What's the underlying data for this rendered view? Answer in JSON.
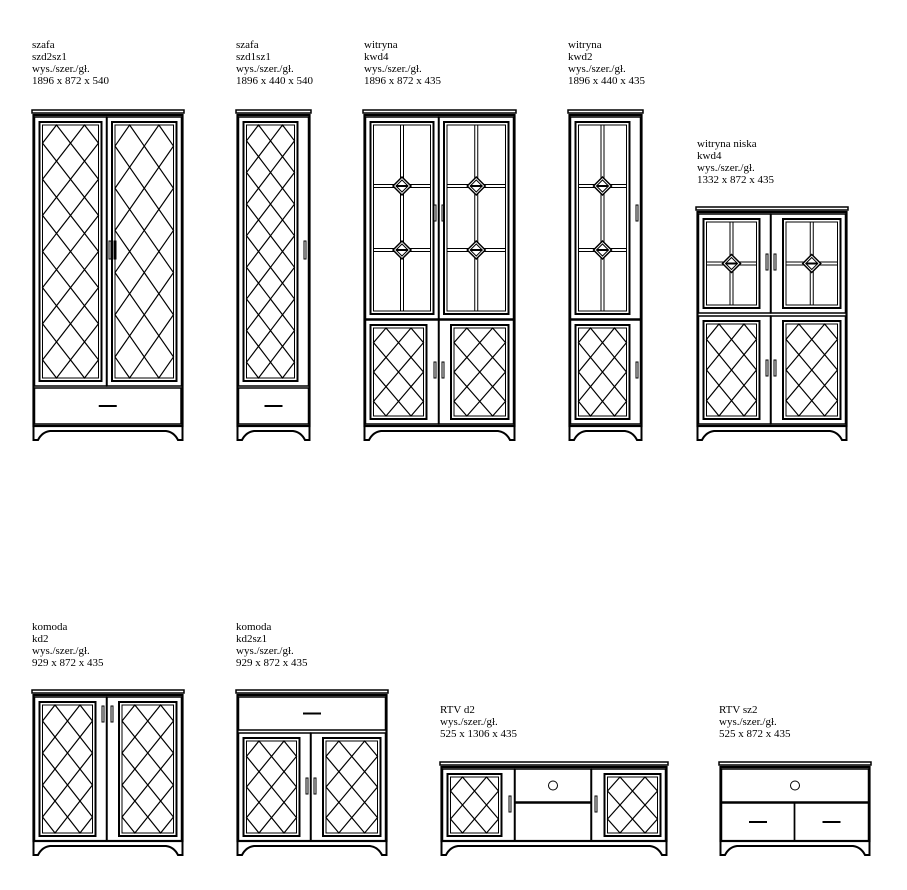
{
  "items": [
    {
      "type": "szafa",
      "code": "szd2sz1",
      "dims_label": "wys./szer./gł.",
      "dims": "1896 x 872 x 540"
    },
    {
      "type": "szafa",
      "code": "szd1sz1",
      "dims_label": "wys./szer./gł.",
      "dims": "1896 x 440 x 540"
    },
    {
      "type": "witryna",
      "code": "kwd4",
      "dims_label": "wys./szer./gł.",
      "dims": "1896 x 872 x 435"
    },
    {
      "type": "witryna",
      "code": "kwd2",
      "dims_label": "wys./szer./gł.",
      "dims": "1896 x 440 x 435"
    },
    {
      "type": "witryna niska",
      "code": "kwd4",
      "dims_label": "wys./szer./gł.",
      "dims": "1332 x 872 x 435"
    },
    {
      "type": "komoda",
      "code": "kd2",
      "dims_label": "wys./szer./gł.",
      "dims": "929 x 872 x 435"
    },
    {
      "type": "komoda",
      "code": "kd2sz1",
      "dims_label": "wys./szer./gł.",
      "dims": "929 x 872 x 435"
    },
    {
      "type": "RTV d2",
      "dims_label": "wys./szer./gł.",
      "dims": "525 x 1306 x 435"
    },
    {
      "type": "RTV sz2",
      "dims_label": "wys./szer./gł.",
      "dims": "525 x 872 x 435"
    }
  ]
}
